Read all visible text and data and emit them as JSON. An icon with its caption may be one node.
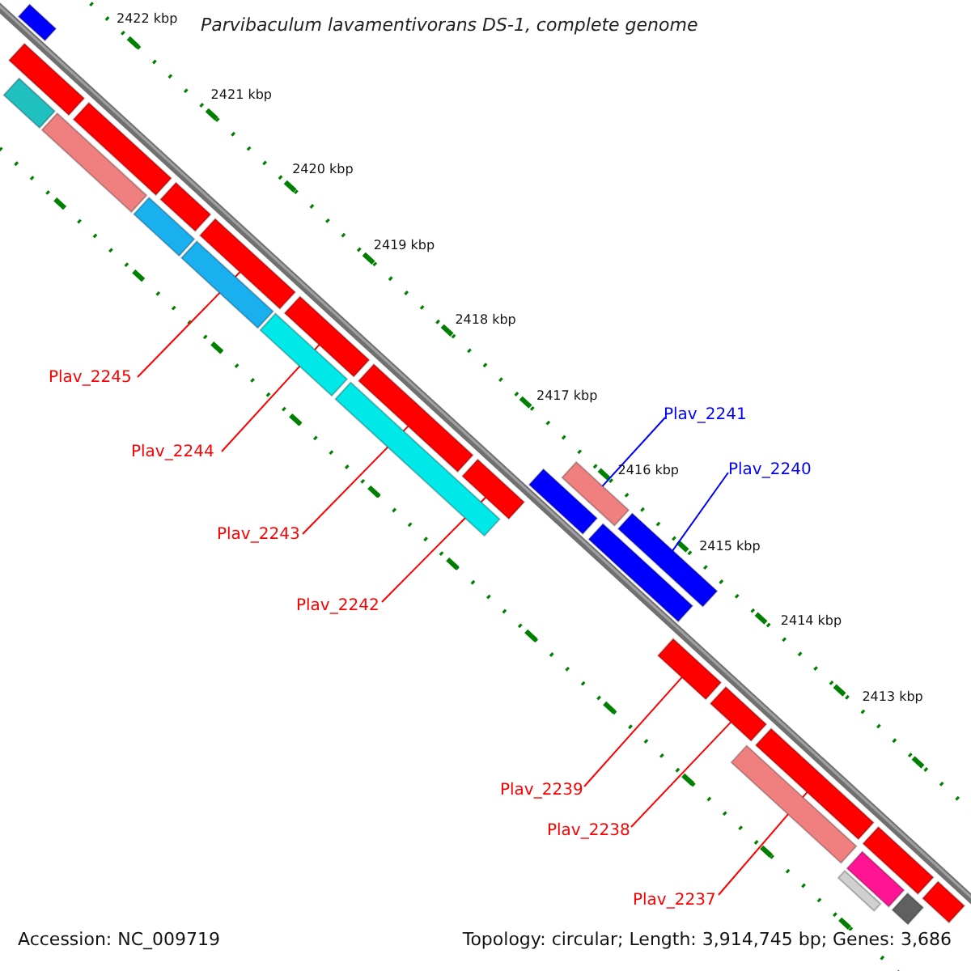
{
  "diagram": {
    "title": "Parvibaculum lavamentivorans DS-1, complete genome",
    "nodes": [
      {
        "text": [
          "Plav_2245"
        ]
      },
      {
        "text": [
          "Plav_2244"
        ]
      },
      {
        "text": [
          "Plav_2243"
        ]
      },
      {
        "text": [
          "Plav_2242"
        ]
      },
      {
        "text": [
          "Plav_2241"
        ]
      },
      {
        "text": [
          "Plav_2240"
        ]
      },
      {
        "text": [
          "Plav_2239"
        ]
      },
      {
        "text": [
          "Plav_2238"
        ]
      },
      {
        "text": [
          "Plav_2237"
        ]
      },
      {
        "text": [],
        "shape": "bar"
      },
      {
        "text": [],
        "shape": "bar"
      },
      {
        "text": [],
        "shape": "bar"
      },
      {
        "text": [],
        "shape": "bar"
      },
      {
        "text": [],
        "shape": "bar"
      },
      {
        "text": [],
        "shape": "bar"
      },
      {
        "text": [],
        "shape": "bar"
      },
      {
        "text": [],
        "shape": "bar"
      },
      {
        "text": [],
        "shape": "bar"
      },
      {
        "text": [],
        "shape": "bar"
      },
      {
        "text": [],
        "shape": "bar"
      },
      {
        "text": [],
        "shape": "bar"
      },
      {
        "text": [],
        "shape": "bar"
      },
      {
        "text": [],
        "shape": "bar"
      },
      {
        "text": [],
        "shape": "bar"
      },
      {
        "text": [],
        "shape": "bar"
      },
      {
        "text": [],
        "shape": "bar"
      },
      {
        "text": [],
        "shape": "bar"
      },
      {
        "text": [],
        "shape": "bar"
      },
      {
        "text": [],
        "shape": "bar"
      },
      {
        "text": [],
        "shape": "bar"
      },
      {
        "text": [],
        "shape": "bar"
      },
      {
        "text": [],
        "shape": "bar"
      },
      {
        "text": [],
        "shape": "bar"
      },
      {
        "text": [],
        "shape": "bar"
      },
      {
        "text": [],
        "shape": "bar"
      },
      {
        "text": [],
        "shape": "bar"
      }
    ],
    "edges": [
      {
        "from": 0,
        "to": 16,
        "arrow": "none"
      },
      {
        "from": 1,
        "to": 19,
        "arrow": "none"
      },
      {
        "from": 2,
        "to": 21,
        "arrow": "none"
      },
      {
        "from": 3,
        "to": 22,
        "arrow": "none"
      },
      {
        "from": 4,
        "to": 24,
        "arrow": "none",
        "color": "#0000ff"
      },
      {
        "from": 5,
        "to": 26,
        "arrow": "none",
        "color": "#0000ff"
      },
      {
        "from": 6,
        "to": 27,
        "arrow": "none"
      },
      {
        "from": 7,
        "to": 28,
        "arrow": "none"
      },
      {
        "from": 8,
        "to": 30,
        "arrow": "none"
      }
    ],
    "labels": [
      "2422 kbp",
      "2421 kbp",
      "2420 kbp",
      "2419 kbp",
      "2418 kbp",
      "2417 kbp",
      "2416 kbp",
      "2415 kbp",
      "2414 kbp",
      "2413 kbp",
      "Accession: NC_009719",
      "Topology: circular; Length: 3,914,745 bp; Genes: 3,686"
    ]
  }
}
